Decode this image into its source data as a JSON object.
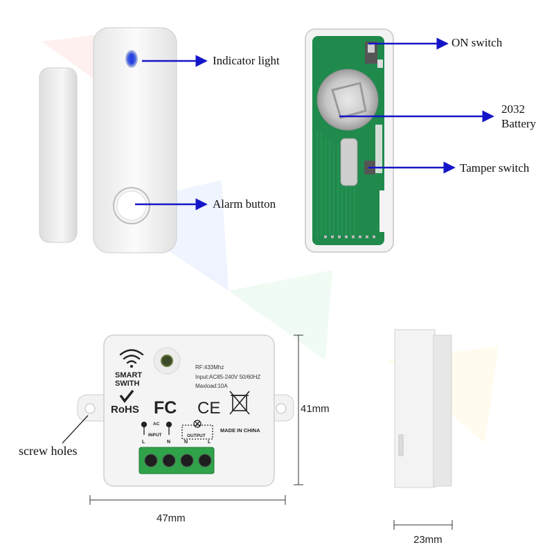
{
  "sensor_labels": {
    "indicator": "Indicator light",
    "alarm": "Alarm button"
  },
  "pcb_labels": {
    "on_switch": "ON switch",
    "battery_line1": "2032",
    "battery_line2": "Battery",
    "tamper": "Tamper switch"
  },
  "switch_module": {
    "brand_line1": "SMART",
    "brand_line2": "SWITH",
    "rf": "RF:433Mhz",
    "input": "Input:AC85-240V 50/60HZ",
    "maxload": "Maxload:10A",
    "rohs": "RoHS",
    "fc": "FC",
    "ce": "CE",
    "ac": "AC",
    "input_label": "INPUT",
    "output_label": "OUTPUT",
    "made_in": "MADE IN CHINA",
    "term_l": "L",
    "term_n": "N"
  },
  "callouts": {
    "screw_holes": "screw holes"
  },
  "dimensions": {
    "width": "47mm",
    "height": "41mm",
    "depth": "23mm"
  },
  "colors": {
    "arrow": "#1515c8",
    "pcb_green": "#1f8a4c",
    "terminal_green": "#2fa24a",
    "device_white": "#f2f2f2"
  }
}
